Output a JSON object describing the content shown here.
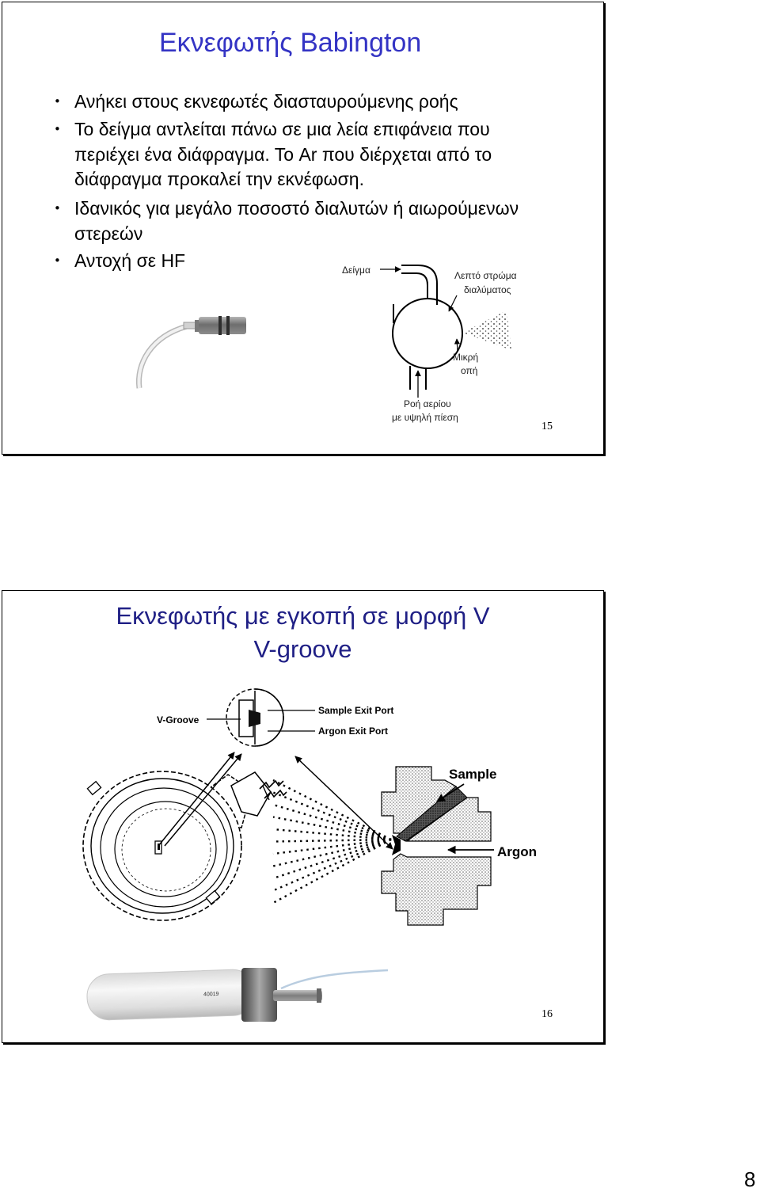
{
  "colors": {
    "slide1_title": "#3434c4",
    "slide2_title": "#1f1f85",
    "text": "#000000"
  },
  "slide1": {
    "title": "Εκνεφωτής Babington",
    "bullets": [
      {
        "lines": [
          "Ανήκει στους εκνεφωτές διασταυρούμενης ροής"
        ]
      },
      {
        "lines": [
          "Το δείγμα αντλείται πάνω σε μια λεία επιφάνεια που",
          "περιέχει ένα διάφραγμα. Το Ar που διέρχεται από το",
          "διάφραγμα προκαλεί την εκνέφωση."
        ]
      },
      {
        "lines": [
          "Ιδανικός για μεγάλο ποσοστό διαλυτών ή αιωρούμενων",
          "στερεών"
        ]
      },
      {
        "lines": [
          "Αντοχή σε HF"
        ]
      }
    ],
    "diagram": {
      "sample_label": "Δείγμα",
      "film_label_lines": [
        "Λεπτό στρώμα",
        "διαλύματος"
      ],
      "orifice_label_lines": [
        "Μικρή",
        "οπή"
      ],
      "gas_label_lines": [
        "Ροή αερίου",
        "με υψηλή πίεση"
      ]
    },
    "slide_number": "15"
  },
  "slide2": {
    "title_lines": [
      "Εκνεφωτής με εγκοπή σε μορφή V",
      "V-groove"
    ],
    "diagram": {
      "v_groove_label": "V-Groove",
      "sample_exit_port_label": "Sample Exit Port",
      "argon_exit_port_label": "Argon Exit Port",
      "sample_label": "Sample",
      "argon_label": "Argon"
    },
    "photo": {
      "tube_marking": "40019"
    },
    "slide_number": "16"
  },
  "page": {
    "number": "8"
  }
}
